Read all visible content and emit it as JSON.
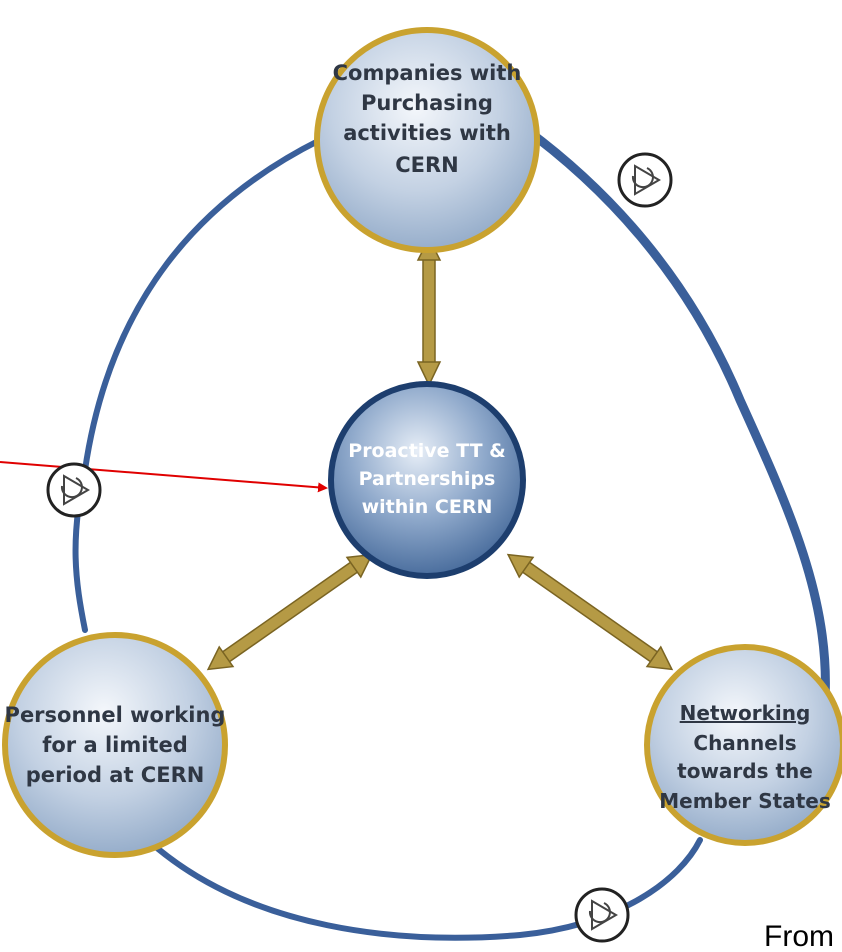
{
  "nodes": {
    "top": {
      "lines": [
        "Companies with",
        "Purchasing",
        "activities with",
        "CERN"
      ]
    },
    "center": {
      "lines": [
        "Proactive TT &",
        "Partnerships",
        "within CERN"
      ]
    },
    "left": {
      "lines": [
        "Personnel working",
        "for a limited",
        "period at CERN"
      ]
    },
    "right": {
      "lines": [
        "Networking",
        "Channels",
        "towards the",
        "Member States"
      ]
    }
  },
  "caption": "From",
  "colors": {
    "ring": "#3a5f9a",
    "node_border": "#c9a22f",
    "node_fill": "#a9bdd6",
    "center_border": "#1d3e6e",
    "center_fill": "#5b7fae",
    "arrow": "#b59a45",
    "pointer": "#e00000"
  },
  "icons": [
    "cycle-play-icon",
    "cycle-play-icon",
    "cycle-play-icon"
  ]
}
